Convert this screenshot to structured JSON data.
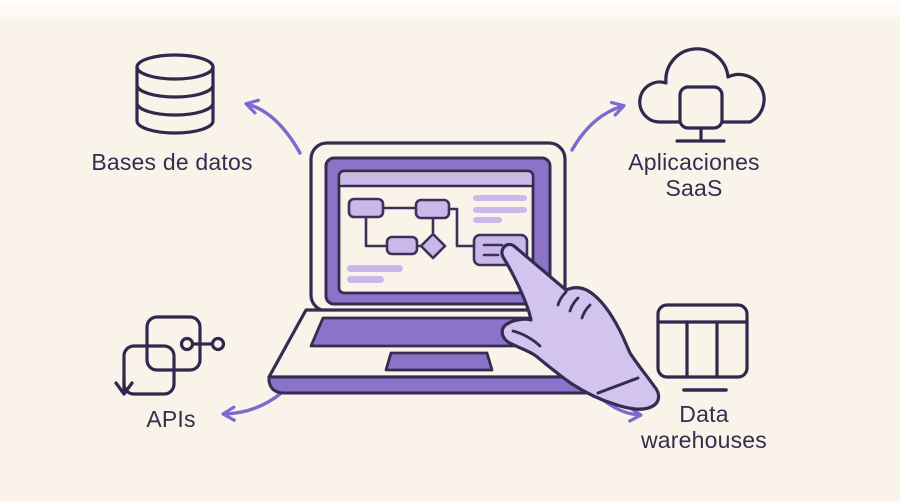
{
  "illustration": {
    "description": "Laptop showing a workflow diagram, hand pointing at screen, arrows to four integration sources",
    "colors": {
      "background": "#faf3e9",
      "outline": "#332d52",
      "icon_outline": "#2e2a4d",
      "purple_accent": "#8d72c9",
      "light_purple": "#cbb7ea",
      "hand_fill": "#d2c3ef",
      "arrow": "#7b6ad0",
      "text": "#322e50"
    },
    "icons": {
      "top_left": "database-icon",
      "top_right": "cloud-saas-icon",
      "bottom_left": "apis-icon",
      "bottom_right": "data-warehouse-icon",
      "center": "laptop-with-flowchart-and-pointing-hand"
    }
  },
  "labels": {
    "databases": "Bases de datos",
    "saas": [
      "Aplicaciones",
      "SaaS"
    ],
    "apis": "APIs",
    "warehouses": [
      "Data",
      "warehouses"
    ]
  }
}
